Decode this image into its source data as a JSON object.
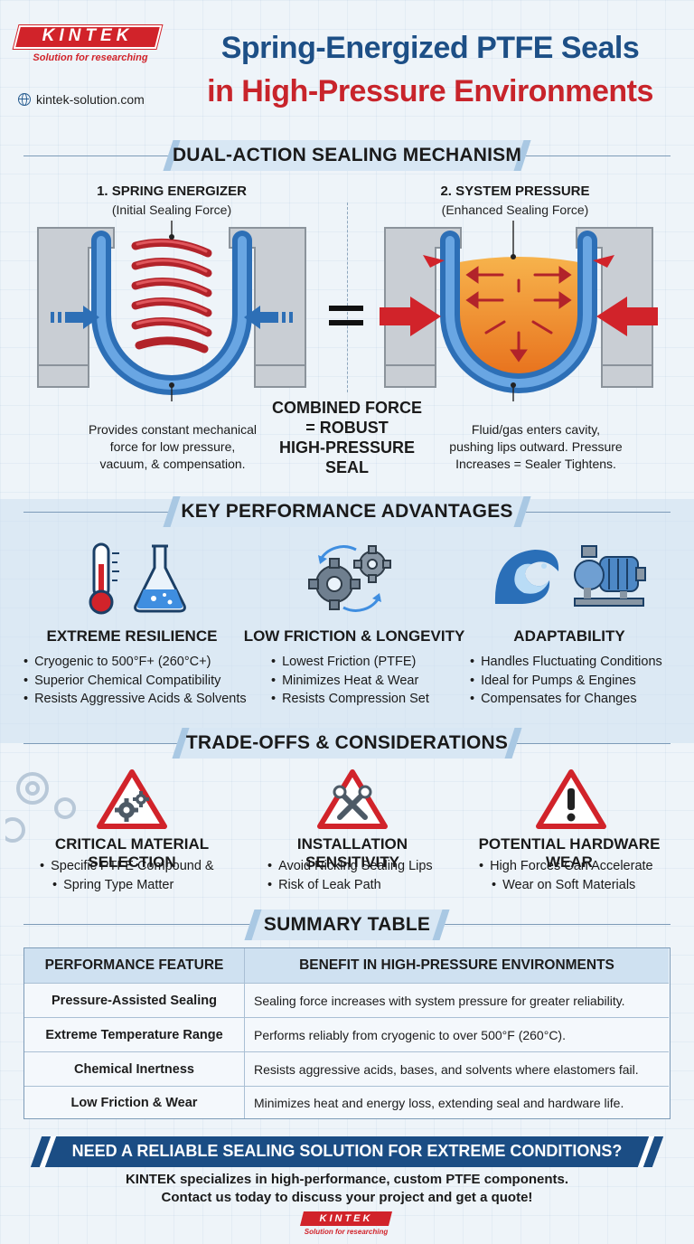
{
  "brand": {
    "name": "KINTEK",
    "tagline": "Solution for researching",
    "website": "kintek-solution.com",
    "color_primary": "#d1232a",
    "color_blue": "#1d4f86"
  },
  "title": {
    "line1": "Spring-Energized PTFE Seals",
    "line2": "in High-Pressure Environments"
  },
  "mechanism": {
    "heading": "DUAL-ACTION SEALING MECHANISM",
    "left_label": "1. SPRING ENERGIZER",
    "left_sub": "(Initial Sealing Force)",
    "left_desc": [
      "Provides constant mechanical",
      "force for low pressure,",
      "vacuum, & compensation."
    ],
    "right_label": "2. SYSTEM PRESSURE",
    "right_sub": "(Enhanced Sealing Force)",
    "right_desc": [
      "Fluid/gas enters cavity,",
      "pushing lips outward. Pressure",
      "Increases = Sealer Tightens."
    ],
    "combined": [
      "COMBINED FORCE",
      "= ROBUST",
      "HIGH-PRESSURE",
      "SEAL"
    ]
  },
  "advantages": {
    "heading": "KEY PERFORMANCE ADVANTAGES",
    "columns": [
      {
        "title": "EXTREME RESILIENCE",
        "icons": [
          "thermometer-icon",
          "flask-icon"
        ],
        "bullets": [
          "Cryogenic to 500°F+ (260°C+)",
          "Superior Chemical Compatibility",
          "Resists Aggressive Acids & Solvents"
        ]
      },
      {
        "title": "LOW FRICTION & LONGEVITY",
        "icons": [
          "gears-icon"
        ],
        "bullets": [
          "Lowest Friction (PTFE)",
          "Minimizes Heat & Wear",
          "Resists Compression Set"
        ]
      },
      {
        "title": "ADAPTABILITY",
        "icons": [
          "wave-icon",
          "pump-icon"
        ],
        "bullets": [
          "Handles Fluctuating Conditions",
          "Ideal for Pumps & Engines",
          "Compensates for Changes"
        ]
      }
    ]
  },
  "tradeoffs": {
    "heading": "TRADE-OFFS & CONSIDERATIONS",
    "columns": [
      {
        "title": "CRITICAL MATERIAL SELECTION",
        "icon": "warning-gears-icon",
        "bullets": [
          "Specific PTFE Compound &",
          "Spring Type Matter"
        ]
      },
      {
        "title": "INSTALLATION SENSITIVITY",
        "icon": "warning-tools-icon",
        "bullets": [
          "Avoid Nicking Sealing Lips",
          "Risk of Leak Path"
        ]
      },
      {
        "title": "POTENTIAL HARDWARE WEAR",
        "icon": "warning-exclamation-icon",
        "bullets": [
          "High Forces Can Accelerate",
          "Wear on Soft Materials"
        ]
      }
    ]
  },
  "summary": {
    "heading": "SUMMARY TABLE",
    "col1": "PERFORMANCE FEATURE",
    "col2": "BENEFIT IN HIGH-PRESSURE ENVIRONMENTS",
    "rows": [
      {
        "feature": "Pressure-Assisted Sealing",
        "benefit": "Sealing force increases with system pressure for greater reliability."
      },
      {
        "feature": "Extreme Temperature Range",
        "benefit": "Performs reliably from cryogenic to over 500°F (260°C)."
      },
      {
        "feature": "Chemical Inertness",
        "benefit": "Resists aggressive acids, bases, and solvents where elastomers fail."
      },
      {
        "feature": "Low Friction & Wear",
        "benefit": "Minimizes heat and energy loss, extending seal and hardware life."
      }
    ]
  },
  "cta": {
    "headline": "NEED A RELIABLE SEALING SOLUTION FOR EXTREME CONDITIONS?",
    "line1": "KINTEK specializes in high-performance, custom PTFE components.",
    "line2": "Contact us today to discuss your project and get a quote!"
  }
}
